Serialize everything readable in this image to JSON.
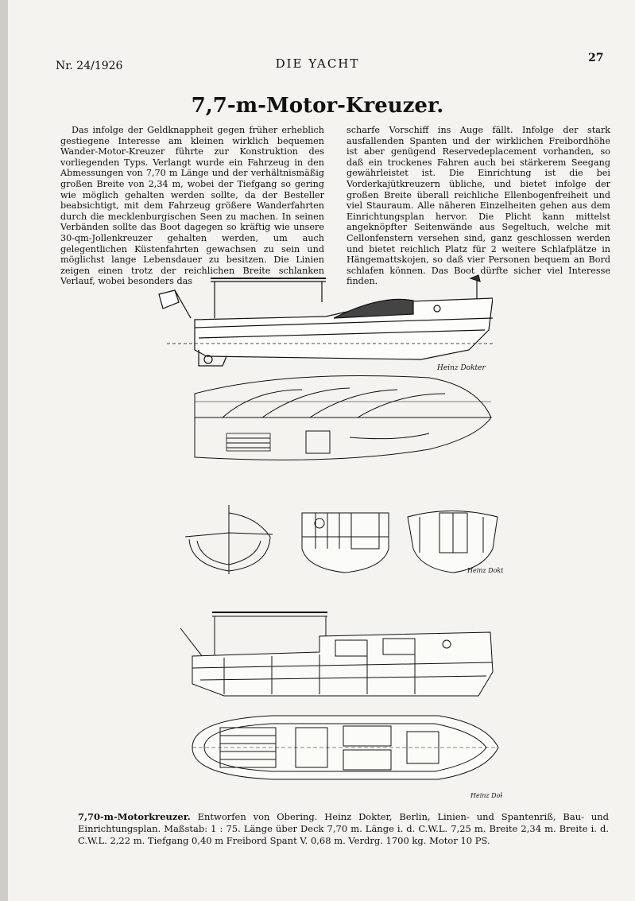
{
  "header": {
    "issue": "Nr. 24/1926",
    "journal": "DIE YACHT",
    "page_number": "27"
  },
  "article": {
    "title": "7,7-m-Motor-Kreuzer.",
    "column_1": "Das infolge der Geldknappheit gegen früher erheblich gestiegene Interesse am kleinen wirklich bequemen Wander-Motor-Kreuzer führte zur Konstruktion des vorliegenden Typs. Verlangt wurde ein Fahrzeug in den Abmessungen von 7,70 m Länge und der verhältnismäßig großen Breite von 2,34 m, wobei der Tiefgang so gering wie möglich gehalten werden sollte, da der Besteller beabsichtigt, mit dem Fahrzeug größere Wanderfahrten durch die mecklenburgischen Seen zu machen. In seinen Verbänden sollte das Boot dagegen so kräftig wie unsere 30-qm-Jollenkreuzer gehalten werden, um auch gelegentlichen Küstenfahrten gewachsen zu sein und möglichst lange Lebensdauer zu besitzen. Die Linien zeigen einen trotz der reichlichen Breite schlanken Verlauf, wobei besonders das",
    "column_2": "scharfe Vorschiff ins Auge fällt. Infolge der stark ausfallenden Spanten und der wirklichen Freibordhöhe ist aber genügend Reservedeplacement vorhanden, so daß ein trockenes Fahren auch bei stärkerem Seegang gewährleistet ist. Die Einrichtung ist die bei Vorderkajütkreuzern übliche, und bietet infolge der großen Breite überall reichliche Ellenbogenfreiheit und viel Stauraum. Alle näheren Einzelheiten gehen aus dem Einrichtungsplan hervor. Die Plicht kann mittelst angeknöpfter Seitenwände aus Segeltuch, welche mit Cellonfenstern versehen sind, ganz geschlossen werden und bietet reichlich Platz für 2 weitere Schlafplätze in Hängemattskojen, so daß vier Personen bequem an Bord schlafen können. Das Boot dürfte sicher viel Interesse finden."
  },
  "caption": {
    "lead": "7,70-m-Motorkreuzer.",
    "text": "Entworfen von Obering. Heinz Dokter, Berlin, Linien- und Spantenriß, Bau- und Einrichtungsplan. Maßstab: 1 : 75. Länge über Deck 7,70 m. Länge i. d. C.W.L. 7,25 m. Breite 2,34 m. Breite i. d. C.W.L. 2,22 m. Tiefgang 0,40 m Freibord Spant V. 0,68 m. Verdrg. 1700 kg. Motor 10 PS."
  },
  "signature": "Heinz Dokter",
  "colors": {
    "paper": "#f4f3ef",
    "ink": "#111111"
  }
}
